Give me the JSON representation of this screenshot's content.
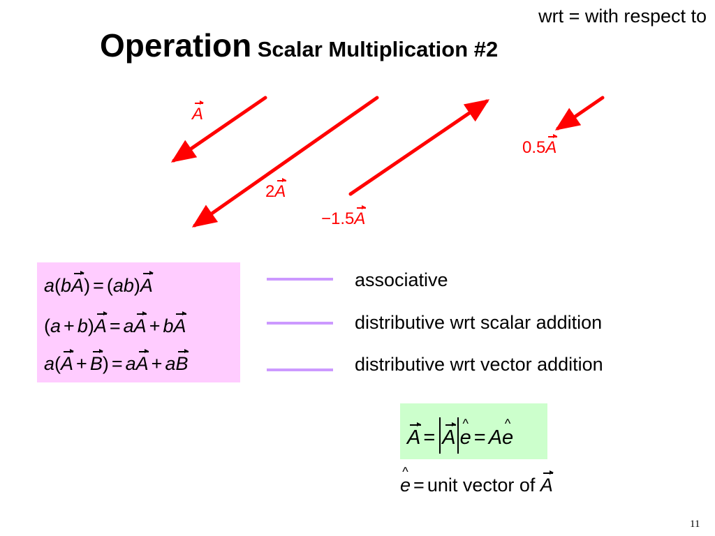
{
  "note": "wrt = with respect to",
  "title": {
    "main": "Operation",
    "sub": "Scalar Multiplication #2"
  },
  "arrow_color": "#ff0000",
  "vector_labels": {
    "a": "A",
    "two": "2",
    "neg": "−1.5",
    "half": "0.5"
  },
  "equations_box_color": "#ffccff",
  "properties": [
    {
      "label": "associative"
    },
    {
      "label": "distributive wrt scalar addition"
    },
    {
      "label": "distributive wrt vector addition"
    }
  ],
  "line_color": "#cc99ff",
  "unit_box_color": "#ccffcc",
  "unit_vector_text": "unit vector of",
  "page_number": "11"
}
